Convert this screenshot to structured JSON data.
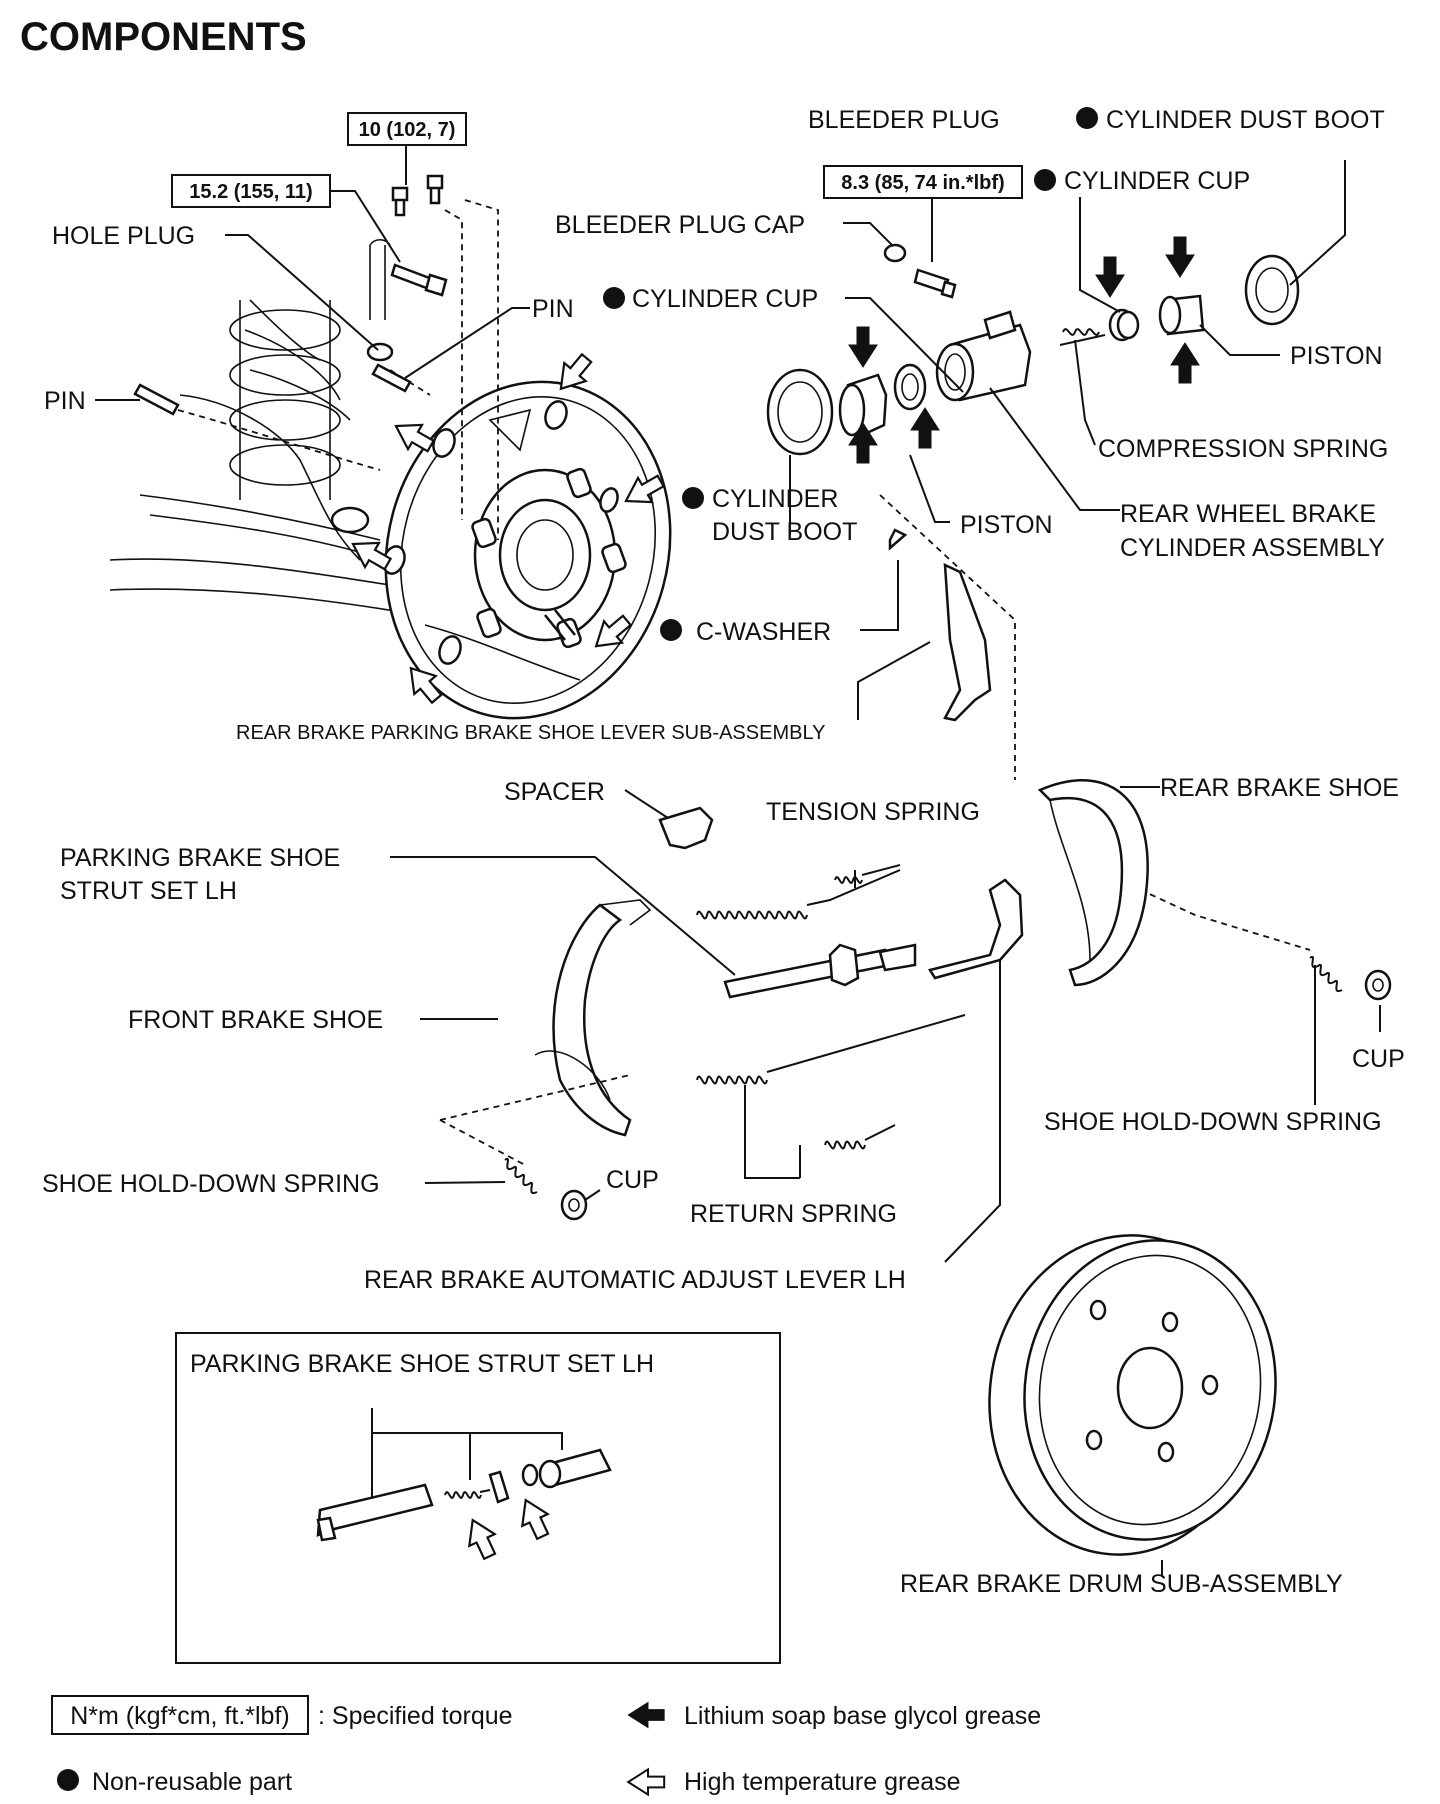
{
  "title": "COMPONENTS",
  "torque_specs": {
    "t10": "10 (102, 7)",
    "t15": "15.2 (155, 11)",
    "t83": "8.3 (85, 74 in.*lbf)"
  },
  "labels": {
    "bleeder_plug": "BLEEDER PLUG",
    "cyl_dust_boot_top": "CYLINDER DUST BOOT",
    "cyl_cup_top": "CYLINDER CUP",
    "hole_plug": "HOLE PLUG",
    "bleeder_plug_cap": "BLEEDER PLUG CAP",
    "pin_upper": "PIN",
    "cyl_cup_mid": "CYLINDER CUP",
    "piston_right": "PISTON",
    "pin_left": "PIN",
    "compression_spring": "COMPRESSION SPRING",
    "cyl_dust_boot_mid_1": "CYLINDER",
    "cyl_dust_boot_mid_2": "DUST BOOT",
    "piston_mid": "PISTON",
    "wheel_cyl_1": "REAR WHEEL BRAKE",
    "wheel_cyl_2": "CYLINDER ASSEMBLY",
    "c_washer": "C-WASHER",
    "parking_lever": "REAR BRAKE PARKING BRAKE SHOE LEVER SUB-ASSEMBLY",
    "spacer": "SPACER",
    "rear_brake_shoe": "REAR BRAKE SHOE",
    "tension_spring": "TENSION SPRING",
    "strut_set_1": "PARKING BRAKE SHOE",
    "strut_set_2": "STRUT SET LH",
    "front_brake_shoe": "FRONT BRAKE SHOE",
    "cup_right": "CUP",
    "hold_down_right": "SHOE HOLD-DOWN SPRING",
    "hold_down_left": "SHOE HOLD-DOWN SPRING",
    "cup_left": "CUP",
    "return_spring": "RETURN SPRING",
    "adjust_lever": "REAR BRAKE AUTOMATIC ADJUST LEVER LH",
    "inset_title": "PARKING BRAKE SHOE STRUT SET LH",
    "drum": "REAR BRAKE DRUM SUB-ASSEMBLY"
  },
  "legend": {
    "torque_box": "N*m (kgf*cm, ft.*lbf)",
    "torque_text": ": Specified torque",
    "lithium_text": "Lithium soap base glycol grease",
    "nonreusable_text": "Non-reusable part",
    "hightemp_text": "High temperature grease"
  },
  "icons": {
    "non_reusable": "filled-circle-icon",
    "lithium_grease": "solid-arrow-icon",
    "high_temp_grease": "outline-arrow-icon"
  }
}
